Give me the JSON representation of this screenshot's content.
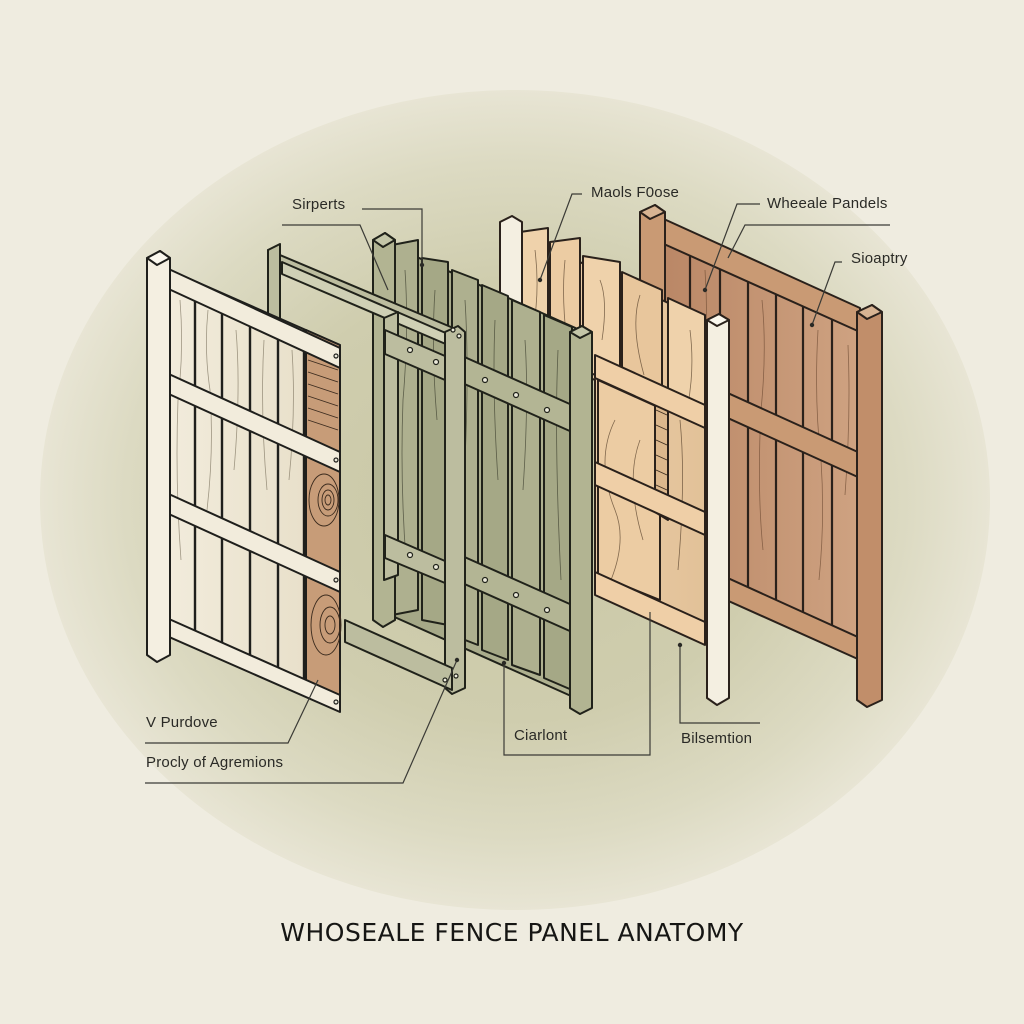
{
  "diagram": {
    "title": "WHOSEALE FENCE PANEL ANATOMY",
    "labels": {
      "sirperts": "Sirperts",
      "maols_foose": "Maols F0ose",
      "wheeale_pandels": "Wheeale Pandels",
      "sioaptry": "Sioaptry",
      "v_purdove": "V Purdove",
      "procly_of_agremions": "Procly of Agremions",
      "ciarlont": "Ciarlont",
      "bilsemtion": "Bilsemtion"
    },
    "panels": [
      {
        "name": "cream-picket-panel",
        "color": "#ede6d2"
      },
      {
        "name": "sage-frame-outline",
        "color": "#b7b89a"
      },
      {
        "name": "sage-green-board-panel",
        "color": "#a9ab88"
      },
      {
        "name": "natural-pine-panel",
        "color": "#e8c9a2"
      },
      {
        "name": "cedar-brown-panel",
        "color": "#c79a78"
      }
    ],
    "colors": {
      "background": "#efece0",
      "vignette": "#c9c7a5",
      "outline": "#1f1f1c",
      "end-grain": "#c79c78"
    }
  }
}
